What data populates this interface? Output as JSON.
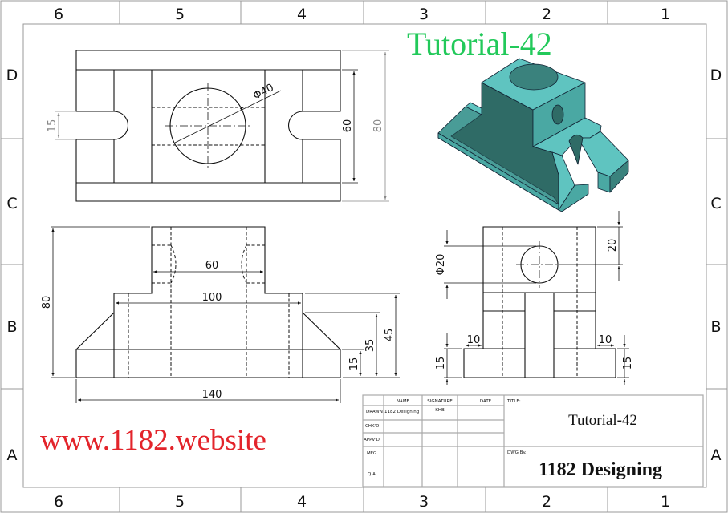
{
  "watermark_title": "Tutorial-42",
  "website": "www.1182.website",
  "zones": {
    "columns": [
      "6",
      "5",
      "4",
      "3",
      "2",
      "1"
    ],
    "rows": [
      "D",
      "C",
      "B",
      "A"
    ]
  },
  "dimensions": {
    "top_view": {
      "hole_dia": "Φ40",
      "inner_width": "60",
      "overall_width": "80",
      "slot": "15"
    },
    "front_view": {
      "height": "80",
      "upper_width": "60",
      "mid_width": "100",
      "base_length": "140",
      "base_height": "15",
      "taper_height": "35",
      "mid_height": "45"
    },
    "side_view": {
      "hole_dia": "Φ20",
      "hole_offset": "20",
      "left_step": "10",
      "right_step": "10",
      "left_base": "15",
      "right_base": "15"
    }
  },
  "title_block": {
    "headers": {
      "name": "NAME",
      "signature": "SIGNATURE",
      "date": "DATE",
      "title": "TITLE:"
    },
    "rows": [
      {
        "label": "DRAWN",
        "name": "1182 Designing",
        "signature": "KHB"
      },
      {
        "label": "CHK'D"
      },
      {
        "label": "APPV'D"
      },
      {
        "label": "MFG"
      },
      {
        "label": "Q.A"
      }
    ],
    "title_value": "Tutorial-42",
    "dwg_by_label": "DWG By.",
    "dwg_by_value": "1182 Designing"
  },
  "colors": {
    "model_light": "#5fc4c0",
    "model_dark": "#2f6b66",
    "watermark_green": "#22c95a",
    "website_red": "#e3242b"
  }
}
